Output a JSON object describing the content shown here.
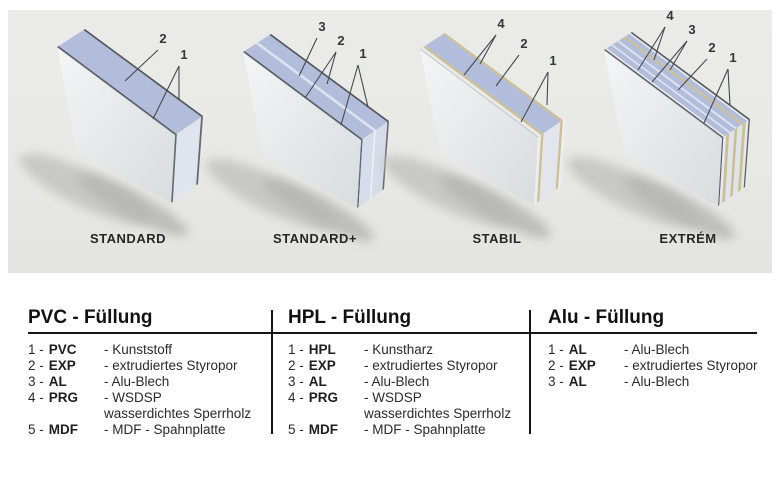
{
  "banner": {
    "panels": [
      {
        "label": "STANDARD",
        "callouts": [
          "2",
          "1"
        ]
      },
      {
        "label": "STANDARD+",
        "callouts": [
          "3",
          "2",
          "1"
        ]
      },
      {
        "label": "STABIL",
        "callouts": [
          "4",
          "2",
          "1"
        ]
      },
      {
        "label": "EXTRÉM",
        "callouts": [
          "4",
          "3",
          "2",
          "1"
        ]
      }
    ]
  },
  "legend": {
    "columns": [
      {
        "title": "PVC - Füllung",
        "items": [
          {
            "num": "1 -",
            "abbr": "PVC",
            "desc": "- Kunststoff"
          },
          {
            "num": "2 -",
            "abbr": "EXP",
            "desc": "- extrudiertes Styropor"
          },
          {
            "num": "3 -",
            "abbr": "AL",
            "desc": "- Alu-Blech"
          },
          {
            "num": "4 -",
            "abbr": "PRG",
            "desc": "- WSDSP"
          },
          {
            "num": "",
            "abbr": "",
            "desc": "wasserdichtes Sperrholz"
          },
          {
            "num": "5 -",
            "abbr": "MDF",
            "desc": "- MDF - Spahnplatte"
          }
        ]
      },
      {
        "title": "HPL - Füllung",
        "items": [
          {
            "num": "1 -",
            "abbr": "HPL",
            "desc": "- Kunstharz"
          },
          {
            "num": "2 -",
            "abbr": "EXP",
            "desc": "- extrudiertes Styropor"
          },
          {
            "num": "3 -",
            "abbr": "AL",
            "desc": "- Alu-Blech"
          },
          {
            "num": "4 -",
            "abbr": "PRG",
            "desc": "- WSDSP"
          },
          {
            "num": "",
            "abbr": "",
            "desc": "wasserdichtes Sperrholz"
          },
          {
            "num": "5 -",
            "abbr": "MDF",
            "desc": "- MDF - Spahnplatte"
          }
        ]
      },
      {
        "title": "Alu - Füllung",
        "items": [
          {
            "num": "1 -",
            "abbr": "AL",
            "desc": "- Alu-Blech"
          },
          {
            "num": "2 -",
            "abbr": "EXP",
            "desc": "- extrudiertes Styropor"
          },
          {
            "num": "3 -",
            "abbr": "AL",
            "desc": "- Alu-Blech"
          }
        ]
      }
    ]
  },
  "colors": {
    "banner_bg": "#e8e8e6",
    "styrofoam_blue": "#b2bddc",
    "pvc_dark_edge": "#53575f",
    "plywood_tan": "#cdbf93",
    "alu_pale": "#dde2ee",
    "white_sheet": "#e9eae9",
    "ink": "#1c1c1c"
  }
}
